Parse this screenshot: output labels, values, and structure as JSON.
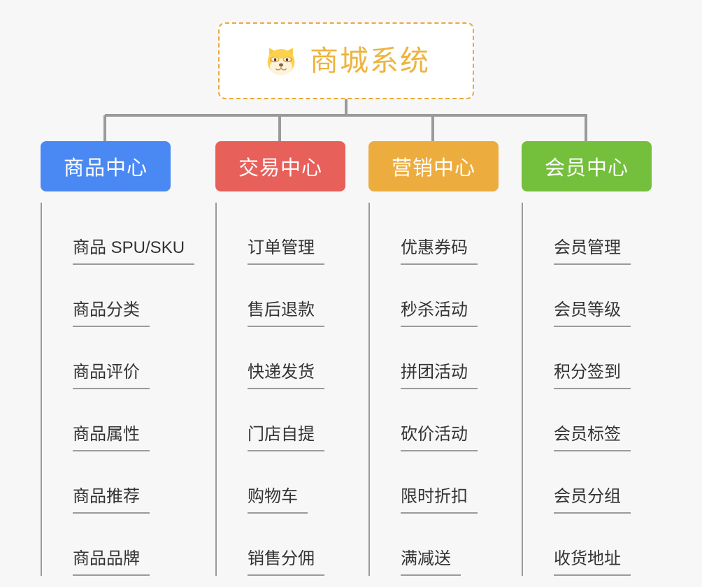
{
  "root": {
    "title": "商城系统",
    "icon": "shiba-dog-emoji",
    "border_color": "#eaa83e",
    "text_color": "#edb43f",
    "background": "#ffffff"
  },
  "canvas": {
    "background": "#f7f7f7",
    "connector_color": "#9a9a9a"
  },
  "columns": [
    {
      "category": "商品中心",
      "color": "#4a89f3",
      "items": [
        "商品 SPU/SKU",
        "商品分类",
        "商品评价",
        "商品属性",
        "商品推荐",
        "商品品牌"
      ]
    },
    {
      "category": "交易中心",
      "color": "#e8605a",
      "items": [
        "订单管理",
        "售后退款",
        "快递发货",
        "门店自提",
        "购物车",
        "销售分佣"
      ]
    },
    {
      "category": "营销中心",
      "color": "#edad3e",
      "items": [
        "优惠券码",
        "秒杀活动",
        "拼团活动",
        "砍价活动",
        "限时折扣",
        "满减送"
      ]
    },
    {
      "category": "会员中心",
      "color": "#74bf3c",
      "items": [
        "会员管理",
        "会员等级",
        "积分签到",
        "会员标签",
        "会员分组",
        "收货地址"
      ]
    }
  ]
}
